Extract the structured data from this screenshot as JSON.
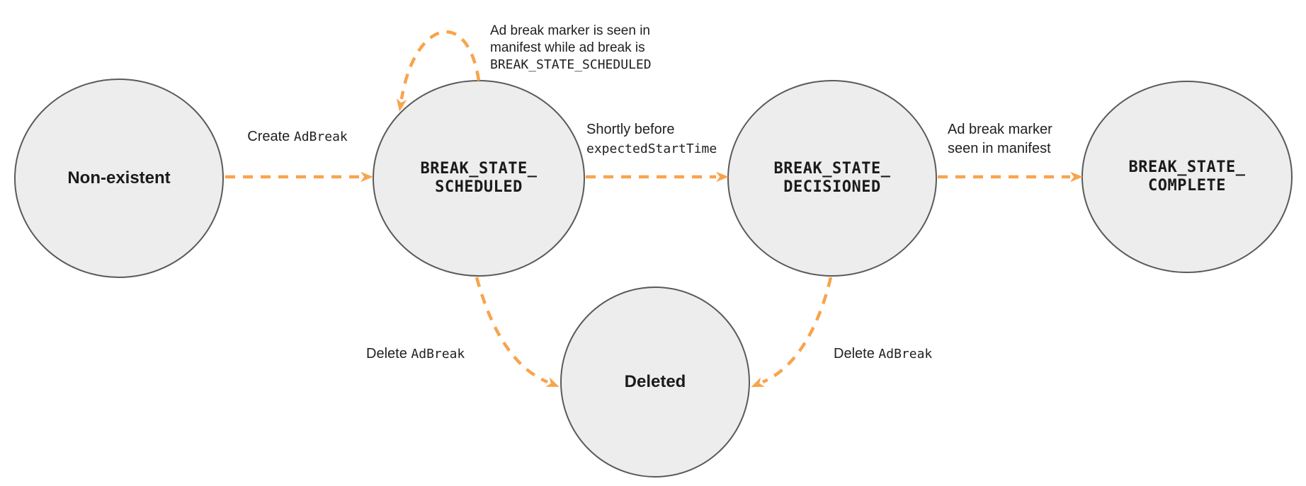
{
  "diagram": {
    "states": [
      {
        "id": "non-existent",
        "lines": [
          "Non-existent"
        ]
      },
      {
        "id": "break-state-scheduled",
        "lines": [
          "BREAK_STATE_",
          "SCHEDULED"
        ]
      },
      {
        "id": "break-state-decisioned",
        "lines": [
          "BREAK_STATE_",
          "DECISIONED"
        ]
      },
      {
        "id": "break-state-complete",
        "lines": [
          "BREAK_STATE_",
          "COMPLETE"
        ]
      },
      {
        "id": "deleted",
        "lines": [
          "Deleted"
        ]
      }
    ],
    "transitions": {
      "create_ad_break": {
        "text": "Create",
        "code": "AdBreak"
      },
      "self_loop": {
        "line1": "Ad break marker is seen in",
        "line2": "manifest while ad break is",
        "line3_code": "BREAK_STATE_SCHEDULED"
      },
      "shortly_before": {
        "text": "Shortly before",
        "code": "expectedStartTime"
      },
      "marker_seen": {
        "line1": "Ad break marker",
        "line2": "seen in manifest"
      },
      "delete_left": {
        "text": "Delete",
        "code": "AdBreak"
      },
      "delete_right": {
        "text": "Delete",
        "code": "AdBreak"
      }
    },
    "colors": {
      "arrow": "#F8A44C",
      "circle_fill": "#EDEDED",
      "circle_stroke": "#5A5A5A",
      "text": "#202124"
    }
  }
}
